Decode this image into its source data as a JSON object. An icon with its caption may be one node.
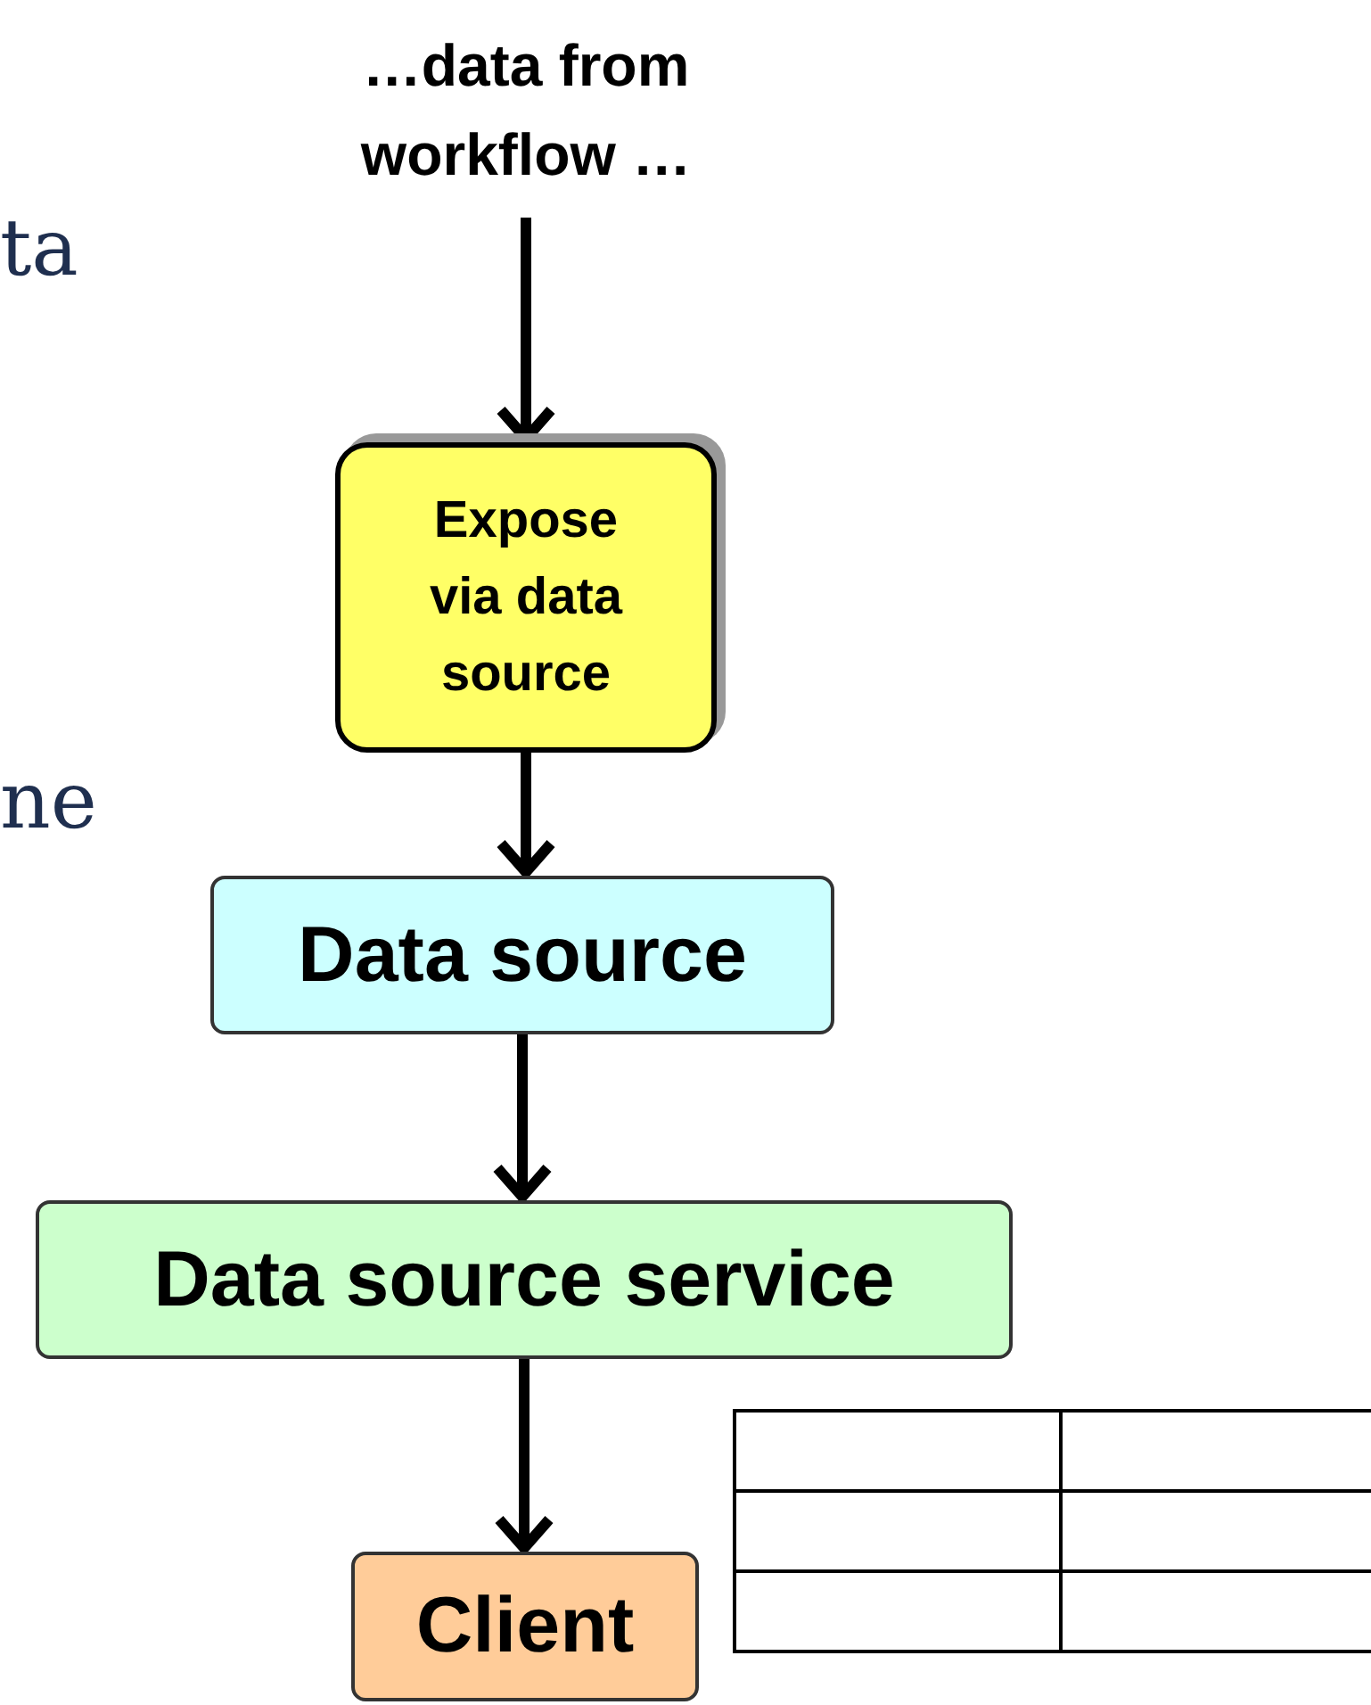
{
  "diagram": {
    "nodes": [
      {
        "text": [
          "…data from workflow …"
        ]
      },
      {
        "text": [
          "Expose via data source"
        ]
      },
      {
        "text": [
          "Data source"
        ]
      },
      {
        "text": [
          "Data source service"
        ]
      },
      {
        "text": [
          "Client"
        ]
      }
    ],
    "edges": [
      {
        "from": 0,
        "to": 1,
        "arrow": "to"
      },
      {
        "from": 1,
        "to": 2,
        "arrow": "to"
      },
      {
        "from": 2,
        "to": 3,
        "arrow": "to"
      },
      {
        "from": 3,
        "to": 4,
        "arrow": "to"
      }
    ],
    "labels": [
      "ta",
      "ne"
    ]
  }
}
